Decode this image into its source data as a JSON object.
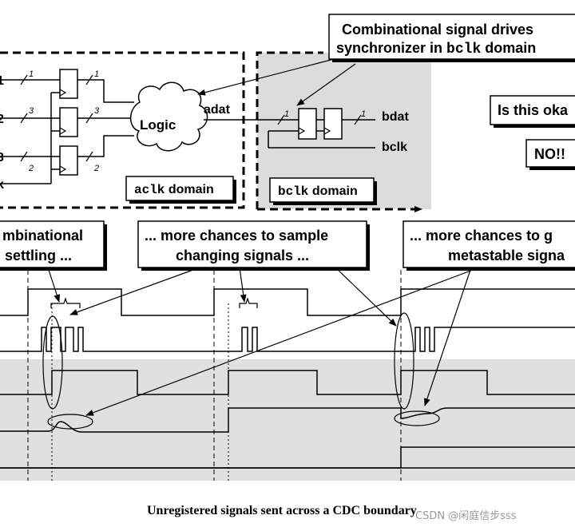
{
  "callouts": {
    "combinational_drives_line1": "Combinational signal drives",
    "combinational_drives_line2_prefix": "synchronizer in ",
    "combinational_drives_line2_code": "bclk",
    "combinational_drives_line2_suffix": " domain",
    "is_this_okay": "Is this oka",
    "no": "NO!!",
    "combinational_settling_line1": "mbinational",
    "combinational_settling_line2": "settling ...",
    "more_sample_line1": "... more chances to sample",
    "more_sample_line2": "changing signals ...",
    "more_metastable_line1": "... more chances to g",
    "more_metastable_line2": "metastable signa"
  },
  "labels": {
    "logic": "Logic",
    "adat": "adat",
    "bdat": "bdat",
    "bclk": "bclk",
    "aclk_domain_code": "aclk",
    "bclk_domain_code": "bclk",
    "domain_word": " domain",
    "in1": "1",
    "in2": "2",
    "in3": "3",
    "in4": "k",
    "bus1": "1",
    "bus3": "3",
    "bus2": "2",
    "out1": "1",
    "out3": "3",
    "out2": "2",
    "sync1": "1",
    "sync2": "1"
  },
  "caption": "Unregistered signals sent across a CDC boundary",
  "watermark": "CSDN @闲庭信步sss"
}
